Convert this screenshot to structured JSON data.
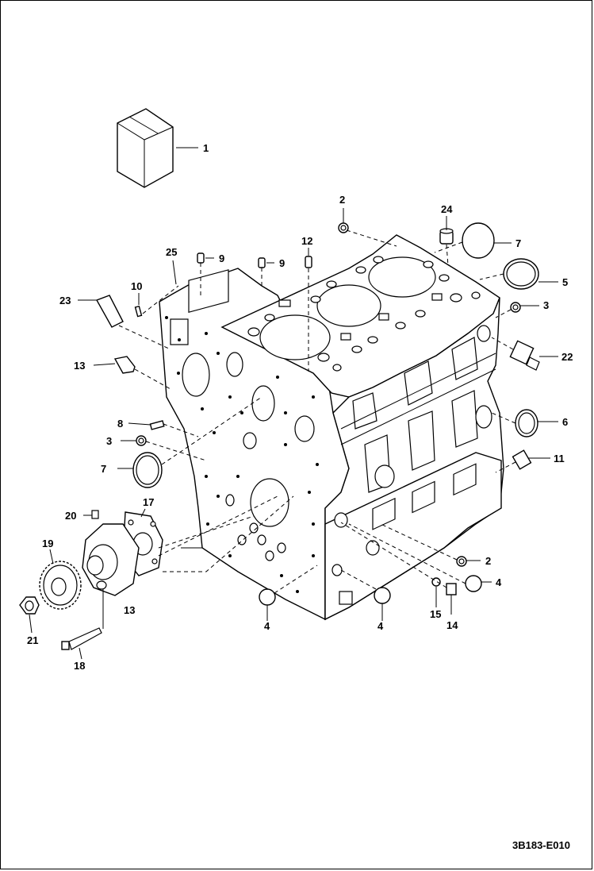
{
  "diagram": {
    "drawing_id": "3B183-E010",
    "callouts": [
      {
        "id": "c1",
        "label": "1"
      },
      {
        "id": "c2a",
        "label": "2"
      },
      {
        "id": "c2b",
        "label": "2"
      },
      {
        "id": "c3a",
        "label": "3"
      },
      {
        "id": "c3b",
        "label": "3"
      },
      {
        "id": "c4a",
        "label": "4"
      },
      {
        "id": "c4b",
        "label": "4"
      },
      {
        "id": "c4c",
        "label": "4"
      },
      {
        "id": "c5",
        "label": "5"
      },
      {
        "id": "c6",
        "label": "6"
      },
      {
        "id": "c7a",
        "label": "7"
      },
      {
        "id": "c7b",
        "label": "7"
      },
      {
        "id": "c8",
        "label": "8"
      },
      {
        "id": "c9a",
        "label": "9"
      },
      {
        "id": "c9b",
        "label": "9"
      },
      {
        "id": "c10",
        "label": "10"
      },
      {
        "id": "c11",
        "label": "11"
      },
      {
        "id": "c12",
        "label": "12"
      },
      {
        "id": "c13a",
        "label": "13"
      },
      {
        "id": "c13b",
        "label": "13"
      },
      {
        "id": "c14",
        "label": "14"
      },
      {
        "id": "c15",
        "label": "15"
      },
      {
        "id": "c17",
        "label": "17"
      },
      {
        "id": "c18",
        "label": "18"
      },
      {
        "id": "c19",
        "label": "19"
      },
      {
        "id": "c20",
        "label": "20"
      },
      {
        "id": "c21",
        "label": "21"
      },
      {
        "id": "c22",
        "label": "22"
      },
      {
        "id": "c23",
        "label": "23"
      },
      {
        "id": "c24",
        "label": "24"
      },
      {
        "id": "c25",
        "label": "25"
      }
    ]
  }
}
